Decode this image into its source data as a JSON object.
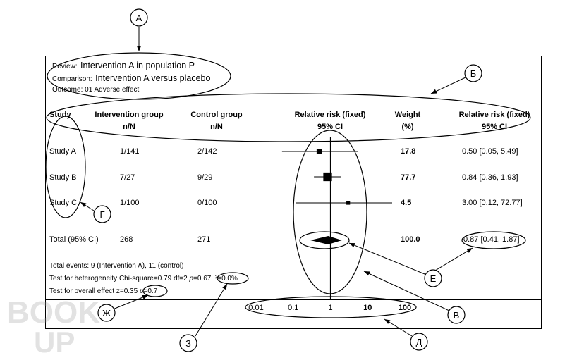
{
  "header": {
    "review_label": "Review:",
    "review_value": "Intervention A in population P",
    "comparison_label": "Comparison:",
    "comparison_value": "Intervention A versus placebo",
    "outcome": "Outcome: 01 Adverse effect"
  },
  "columns": {
    "study": "Study",
    "intervention_line1": "Intervention group",
    "intervention_line2": "n/N",
    "control_line1": "Control group",
    "control_line2": "n/N",
    "rr_line1": "Relative risk (fixed)",
    "rr_line2": "95% CI",
    "weight_line1": "Weight",
    "weight_line2": "(%)",
    "rr2_line1": "Relative risk (fixed)",
    "rr2_line2": "95% CI"
  },
  "rows": [
    {
      "study": "Study A",
      "intervention": "1/141",
      "control": "2/142",
      "weight": "17.8",
      "rr_text": "0.50 [0.05, 5.49]"
    },
    {
      "study": "Study B",
      "intervention": "7/27",
      "control": "9/29",
      "weight": "77.7",
      "rr_text": "0.84 [0.36, 1.93]"
    },
    {
      "study": "Study C",
      "intervention": "1/100",
      "control": "0/100",
      "weight": "4.5",
      "rr_text": "3.00 [0.12, 72.77]"
    }
  ],
  "total": {
    "label": "Total (95% CI)",
    "intervention": "268",
    "control": "271",
    "weight": "100.0",
    "rr_text": "0.87 [0.41, 1.87]"
  },
  "footnotes": {
    "events": "Total events: 9 (Intervention A), 11 (control)",
    "heterogeneity_prefix": "Test for heterogeneity Chi-square=0.79 df=2 ",
    "heterogeneity_p_italic": "p",
    "heterogeneity_p_value": "=0.67 ",
    "i2": "I²=0.0%",
    "overall_prefix": "Test for overall effect z=0.35 ",
    "overall_p_italic": "p",
    "overall_p_value": "=0.7"
  },
  "axis": {
    "tick_labels": [
      "0.01",
      "0.1",
      "1",
      "10",
      "100"
    ]
  },
  "callouts": {
    "A": "А",
    "B": "Б",
    "V": "В",
    "G": "Г",
    "D": "Д",
    "E": "Е",
    "ZH": "Ж",
    "Z": "З"
  },
  "chart_data": {
    "type": "forest",
    "scale": "log",
    "xlim": [
      0.01,
      100
    ],
    "x_ticks": [
      0.01,
      0.1,
      1,
      10,
      100
    ],
    "reference_line": 1,
    "studies": [
      {
        "name": "Study A",
        "rr": 0.5,
        "ci": [
          0.05,
          5.49
        ],
        "weight": 17.8
      },
      {
        "name": "Study B",
        "rr": 0.84,
        "ci": [
          0.36,
          1.93
        ],
        "weight": 77.7
      },
      {
        "name": "Study C",
        "rr": 3.0,
        "ci": [
          0.12,
          72.77
        ],
        "weight": 4.5
      }
    ],
    "pooled": {
      "name": "Total (95% CI)",
      "rr": 0.87,
      "ci": [
        0.41,
        1.87
      ],
      "weight": 100.0
    }
  },
  "watermark": {
    "line1": "BOOK",
    "line2": "UP",
    "color": "#9a9a9a"
  }
}
